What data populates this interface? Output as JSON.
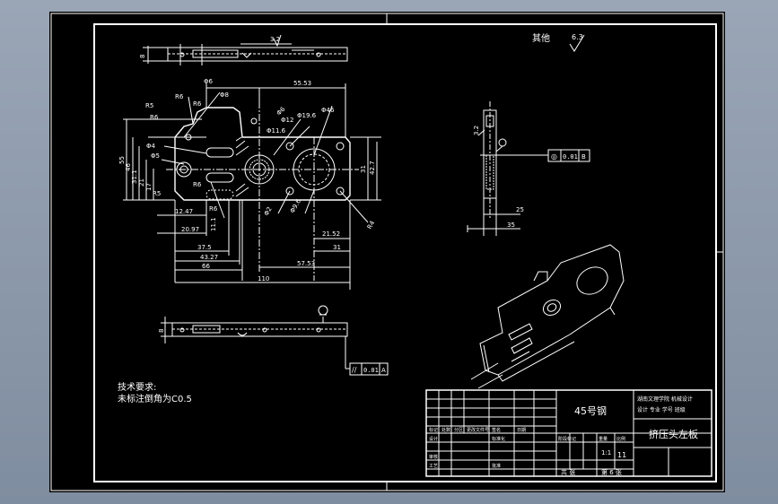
{
  "title_block": {
    "material": "45号钢",
    "org_line1": "湖南文理学院 机械设计",
    "org_line2": "设计 专业 学号 班级",
    "part_name": "挤压头左板",
    "scale": "1:1",
    "sheet_count": "11",
    "sheets_total": "共 张",
    "sheet_no": "第 6 张",
    "labels": [
      "标记",
      "处数",
      "分区",
      "更改文件号",
      "签名",
      "日期",
      "设计",
      "标准化",
      "审核",
      "工艺",
      "批准",
      "阶段标记",
      "重量",
      "比例"
    ]
  },
  "notes": {
    "heading": "技术要求:",
    "line1": "未标注倒角为C0.5"
  },
  "roughness": {
    "other_label": "其他",
    "value": "6.3"
  },
  "top_view": {
    "dims": [
      "8",
      "3.2"
    ]
  },
  "front_view": {
    "dims": [
      "Φ6",
      "55.53",
      "R6",
      "R6",
      "R5",
      "R6",
      "Φ8",
      "Φ19.6",
      "Φ12",
      "Φ11.6",
      "Φ46",
      "Φ4",
      "Φ5",
      "55",
      "46",
      "31.1",
      "21",
      "17",
      "12.47",
      "20.97",
      "37.5",
      "43.27",
      "66",
      "110",
      "57.53",
      "31",
      "21.52",
      "31",
      "42.7",
      "Φ9.6",
      "R6",
      "R5",
      "R6",
      "11.1",
      "Φ2",
      "Φ6",
      "R4"
    ]
  },
  "side_view": {
    "dims": [
      "3.2",
      "25",
      "35"
    ],
    "tolerance": [
      "◎",
      "0.01",
      "B"
    ],
    "datum": "B"
  },
  "bottom_view": {
    "dims": [
      "8"
    ],
    "tolerance": [
      "//",
      "0.01",
      "A"
    ],
    "datum": "A"
  }
}
